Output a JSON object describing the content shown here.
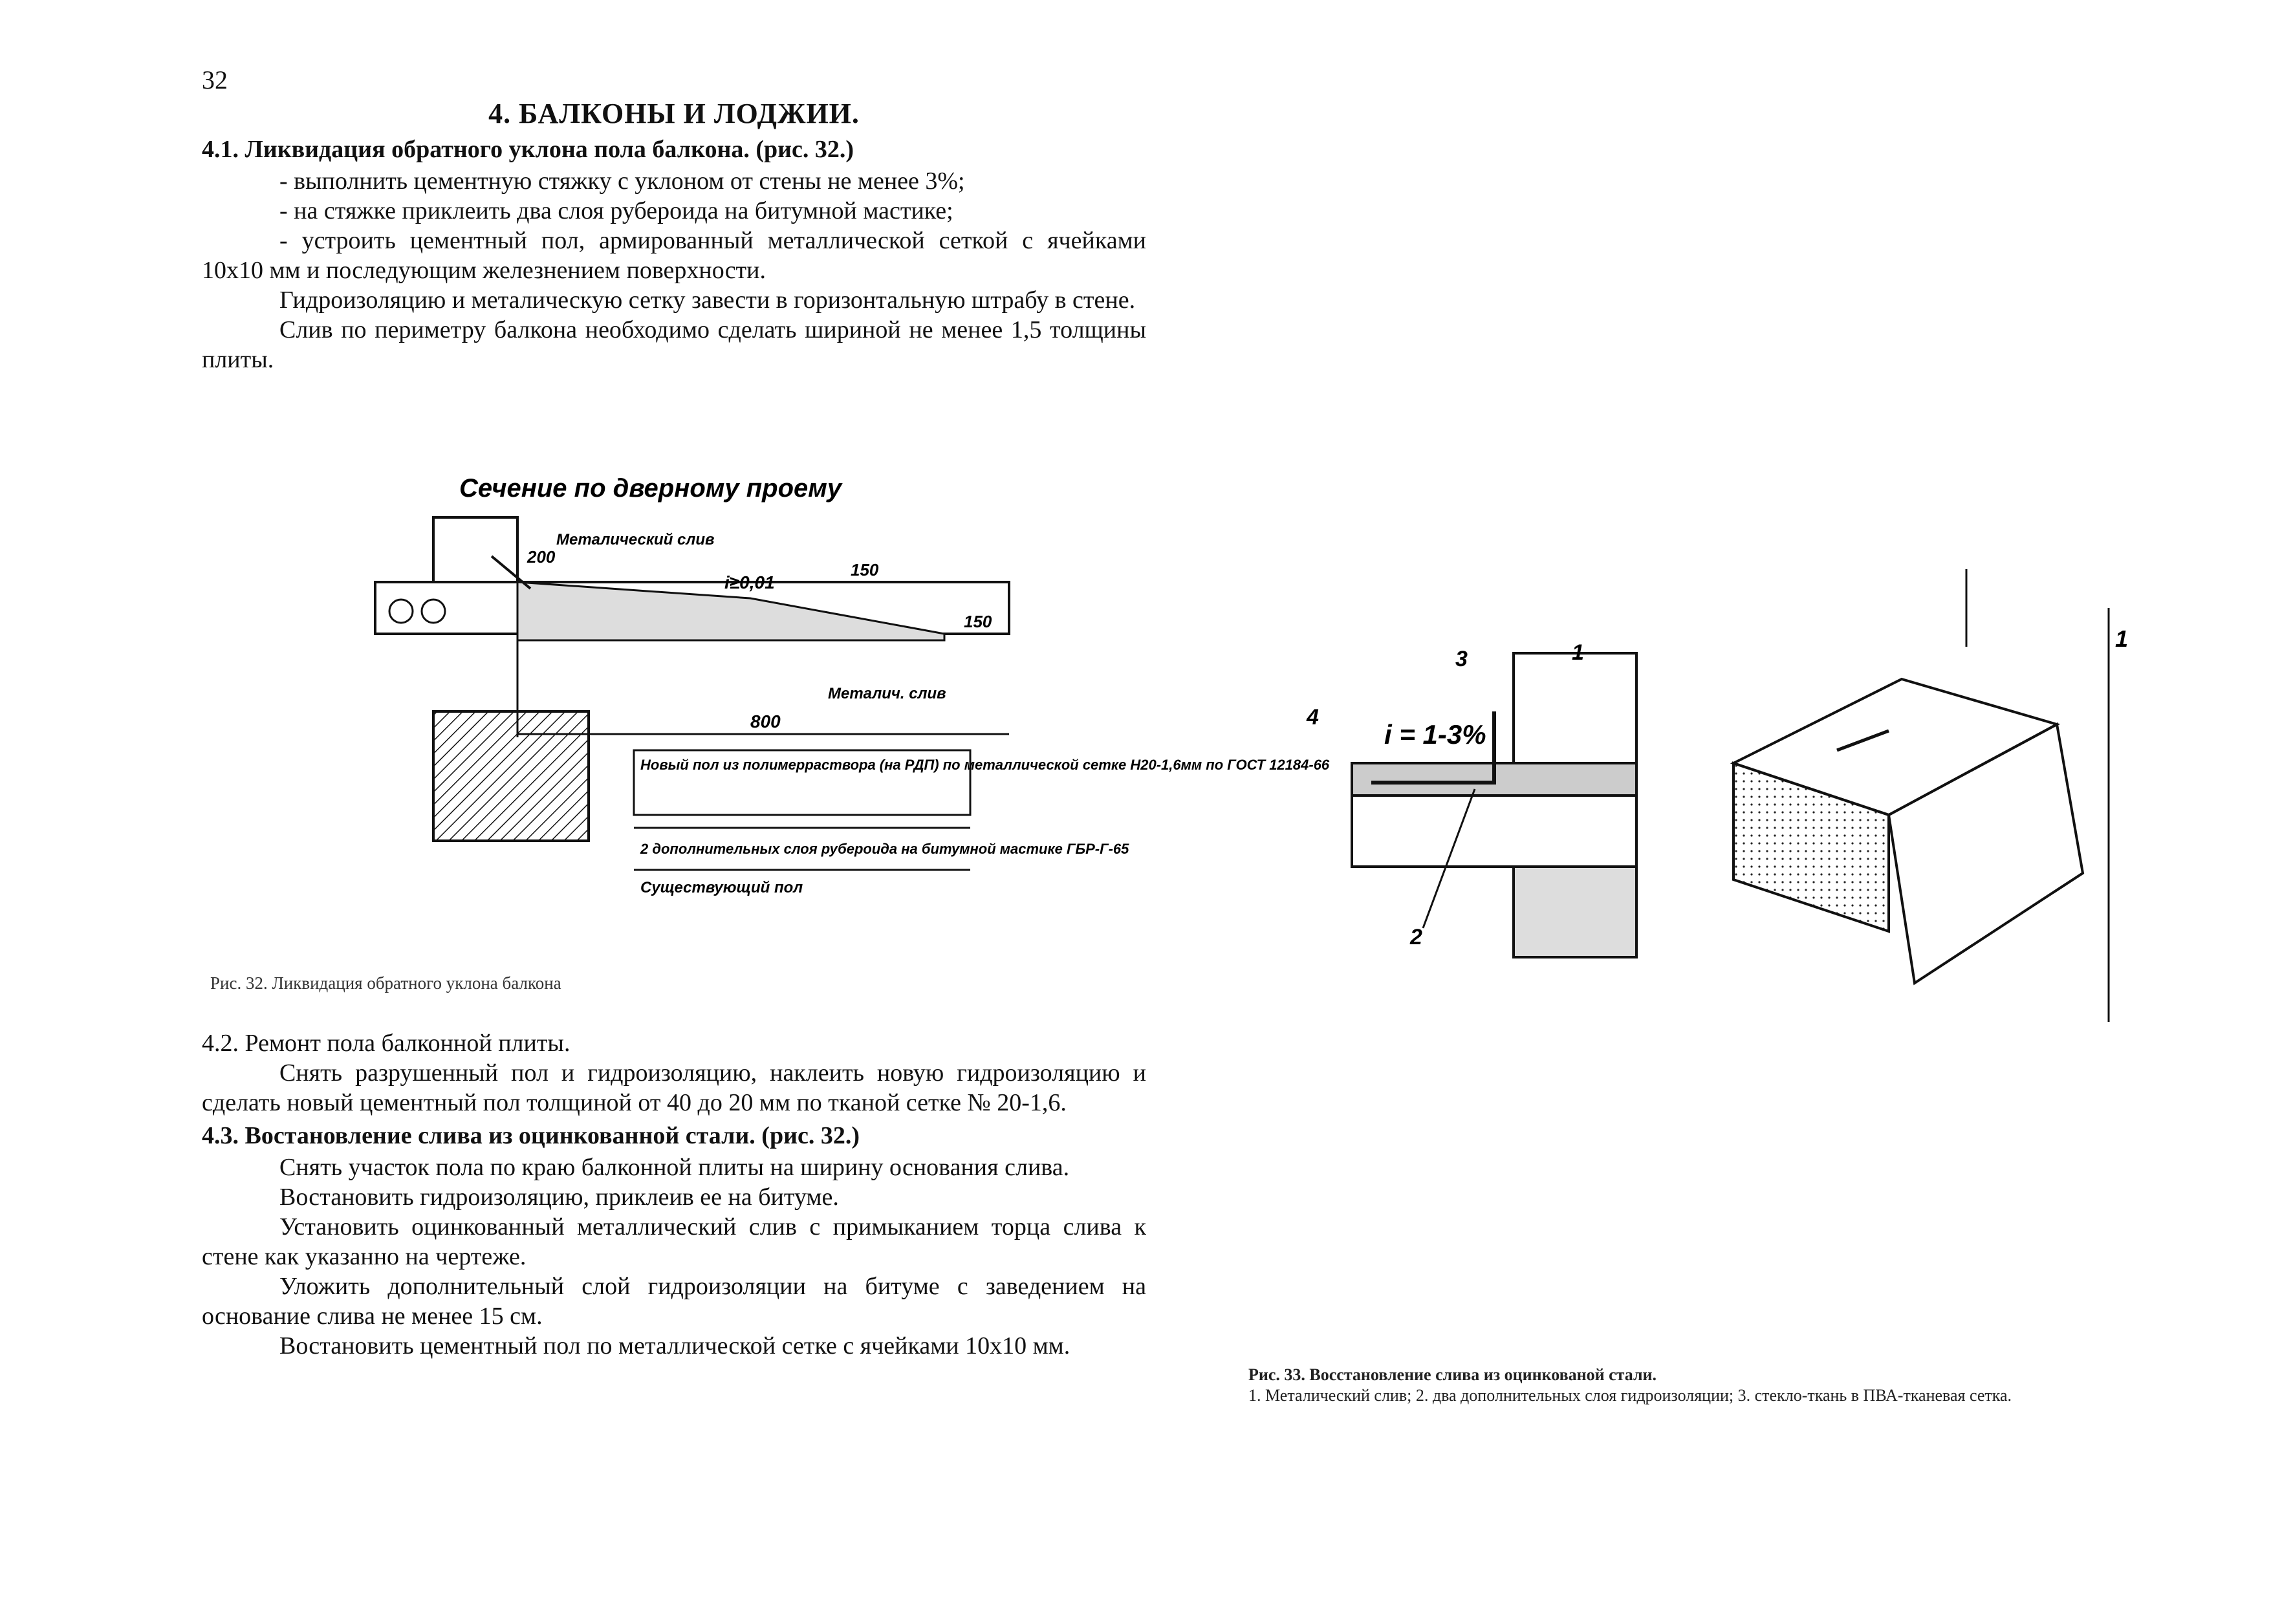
{
  "page_number": "32",
  "section": {
    "title": "4. БАЛКОНЫ И ЛОДЖИИ.",
    "sub1_title": "4.1. Ликвидация обратного уклона пола балкона. (рис. 32.)",
    "sub1_items": [
      "- выполнить цементную стяжку с уклоном от стены не менее 3%;",
      "- на стяжке приклеить два слоя рубероида на битумной мастике;",
      "- устроить цементный пол, армированный металлической сеткой с ячейками 10х10 мм и последующим железнением поверхности."
    ],
    "sub1_para1": "Гидроизоляцию и металическую сетку завести в горизонтальную штрабу в стене.",
    "sub1_para2": "Слив по периметру балкона необходимо сделать шириной не менее 1,5 толщины плиты.",
    "sub2_title": "4.2. Ремонт пола балконной плиты.",
    "sub2_para": "Снять разрушенный пол и гидроизоляцию, наклеить новую гидроизоляцию и сделать новый цементный пол толщиной от 40 до 20 мм по тканой сетке № 20-1,6.",
    "sub3_title": "4.3. Востановление слива из оцинкованной стали. (рис. 32.)",
    "sub3_paras": [
      "Снять участок пола по краю балконной плиты на ширину основания слива.",
      "Востановить гидроизоляцию, приклеив ее на битуме.",
      "Установить оцинкованный металлический слив с примыканием торца слива к стене как указанно на чертеже.",
      "Уложить дополнительный слой гидроизоляции на битуме с заведением на основание слива не менее 15 см.",
      "Востановить цементный пол по металлической сетке с ячейками 10х10 мм."
    ]
  },
  "figure32": {
    "caption": "Рис. 32. Ликвидация обратного уклона балкона",
    "heading": "Сечение по дверному проему",
    "labels": {
      "dim_200": "200",
      "metal_sliv_1": "Металический слив",
      "slope": "i≥0,01",
      "dim_150a": "150",
      "dim_150b": "150",
      "metal_sliv_2": "Металич. слив",
      "dim_800": "800",
      "legend_1": "Новый пол из полимерраствора (на РДП) по металлической сетке Н20-1,6мм по ГОСТ 12184-66",
      "legend_2": "2 дополнительных слоя рубероида на битумной мастике ГБР-Г-65",
      "legend_3": "Существующий пол"
    }
  },
  "figure33": {
    "caption_title": "Рис. 33. Восстановление слива из оцинкованой стали.",
    "caption_text": "1. Металический слив; 2. два дополнительных слоя гидроизоляции; 3. стекло-ткань в ПВА-тканевая сетка.",
    "labels": {
      "slope": "i = 1-3%",
      "n1": "1",
      "n2": "2",
      "n3": "3",
      "n4": "4",
      "n1b": "1"
    }
  }
}
